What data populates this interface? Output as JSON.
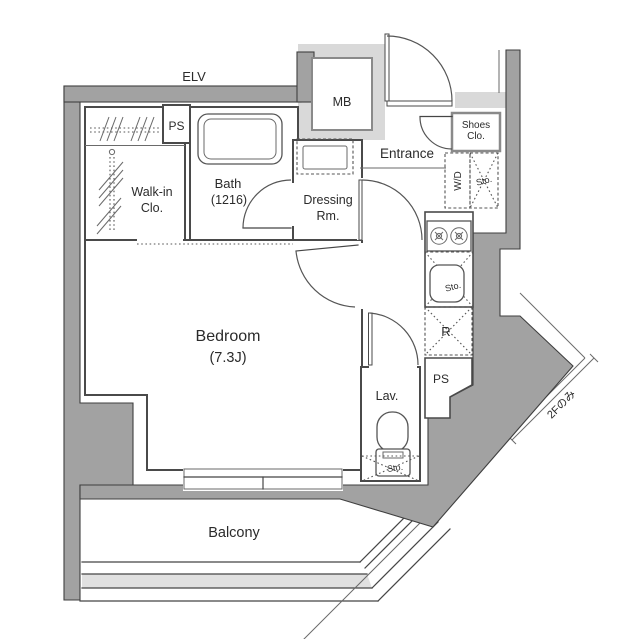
{
  "plan": {
    "title": "1K apartment floor plan",
    "colors": {
      "wall": "#a2a2a2",
      "wall_light": "#d9d9d9",
      "railing_band": "#e0e0e0",
      "line": "#454545",
      "text": "#2b2b2b"
    },
    "labels": {
      "elv": "ELV",
      "ps_top": "PS",
      "walkin_1": "Walk-in",
      "walkin_2": "Clo.",
      "bath_1": "Bath",
      "bath_2": "(1216)",
      "mb": "MB",
      "dressing_1": "Dressing",
      "dressing_2": "Rm.",
      "entrance": "Entrance",
      "shoes_1": "Shoes",
      "shoes_2": "Clo.",
      "wd": "W/D",
      "sto_entry": "Sto.",
      "sto_kitchen": "Sto.",
      "fridge": "R",
      "ps_bottom": "PS",
      "bedroom_1": "Bedroom",
      "bedroom_2": "(7.3J)",
      "lav": "Lav.",
      "sto_lav": "Sto.",
      "balcony": "Balcony",
      "note_2f": "2Fのみ"
    }
  }
}
